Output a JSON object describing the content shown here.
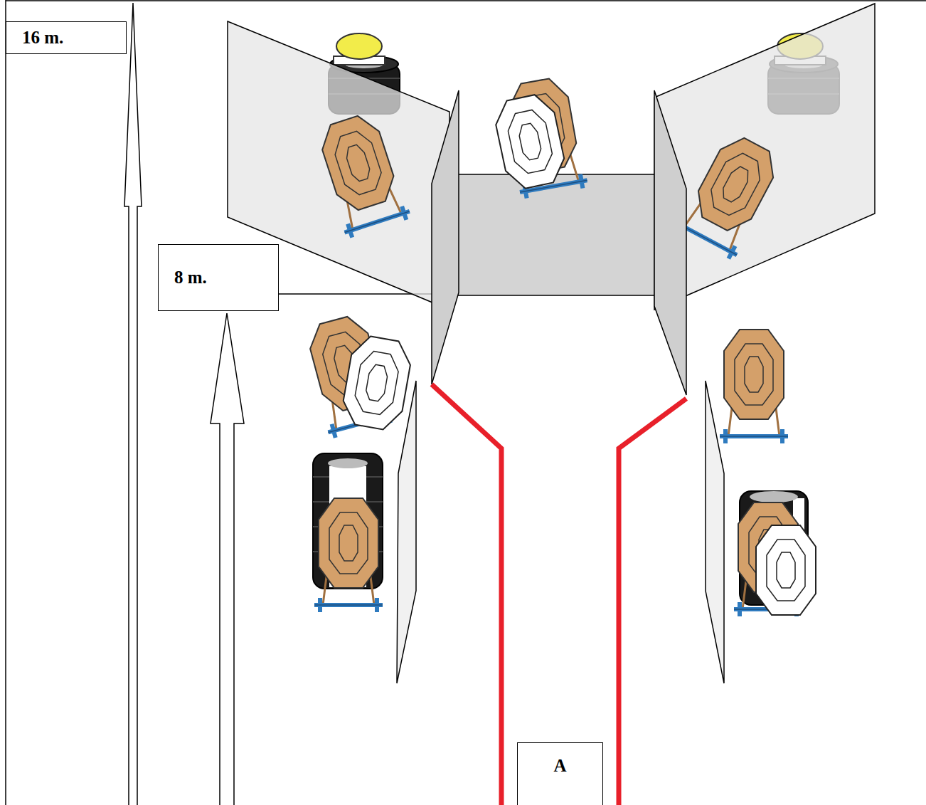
{
  "diagram": {
    "nodes": [
      {
        "text": [
          "16 m."
        ]
      },
      {
        "text": [
          "8 m."
        ]
      },
      {
        "text": [
          "A"
        ]
      }
    ]
  }
}
